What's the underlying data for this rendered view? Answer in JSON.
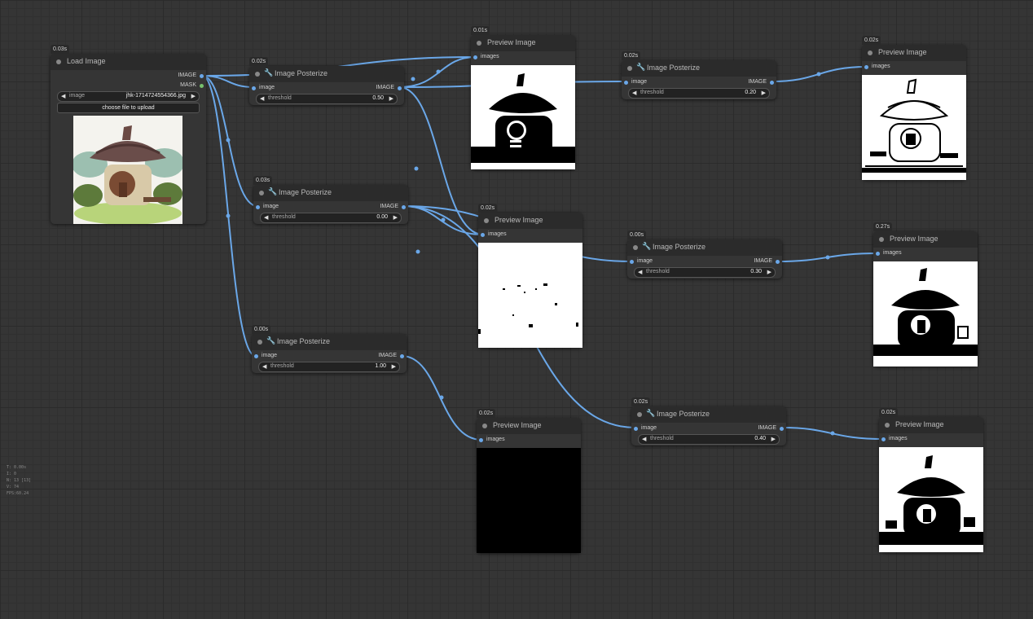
{
  "colors": {
    "canvas": "#353535",
    "node_bg": "#353535",
    "node_title_bg": "#2b2b2b",
    "link": "#6aa7e8",
    "pin_image": "#6aa7e8",
    "pin_mask": "#77c06c"
  },
  "load_image": {
    "time": "0.03s",
    "title": "Load Image",
    "out_image": "IMAGE",
    "out_mask": "MASK",
    "image_label": "image",
    "image_value": "jhk-1714724554366.jpg",
    "upload_label": "choose file to upload"
  },
  "posterize_nodes": [
    {
      "time": "0.02s",
      "title": "Image Posterize",
      "in": "image",
      "out": "IMAGE",
      "widget_label": "threshold",
      "threshold": "0.50"
    },
    {
      "time": "0.03s",
      "title": "Image Posterize",
      "in": "image",
      "out": "IMAGE",
      "widget_label": "threshold",
      "threshold": "0.00"
    },
    {
      "time": "0.00s",
      "title": "Image Posterize",
      "in": "image",
      "out": "IMAGE",
      "widget_label": "threshold",
      "threshold": "1.00"
    },
    {
      "time": "0.02s",
      "title": "Image Posterize",
      "in": "image",
      "out": "IMAGE",
      "widget_label": "threshold",
      "threshold": "0.20"
    },
    {
      "time": "0.00s",
      "title": "Image Posterize",
      "in": "image",
      "out": "IMAGE",
      "widget_label": "threshold",
      "threshold": "0.30"
    },
    {
      "time": "0.02s",
      "title": "Image Posterize",
      "in": "image",
      "out": "IMAGE",
      "widget_label": "threshold",
      "threshold": "0.40"
    }
  ],
  "preview_nodes": [
    {
      "time": "0.01s",
      "title": "Preview Image",
      "in": "images"
    },
    {
      "time": "0.02s",
      "title": "Preview Image",
      "in": "images"
    },
    {
      "time": "0.02s",
      "title": "Preview Image",
      "in": "images"
    },
    {
      "time": "0.02s",
      "title": "Preview Image",
      "in": "images"
    },
    {
      "time": "0.27s",
      "title": "Preview Image",
      "in": "images"
    },
    {
      "time": "0.02s",
      "title": "Preview Image",
      "in": "images"
    }
  ],
  "icons": {
    "wrench": "wrench-icon",
    "left_arrow": "left-arrow-icon",
    "right_arrow": "right-arrow-icon"
  }
}
